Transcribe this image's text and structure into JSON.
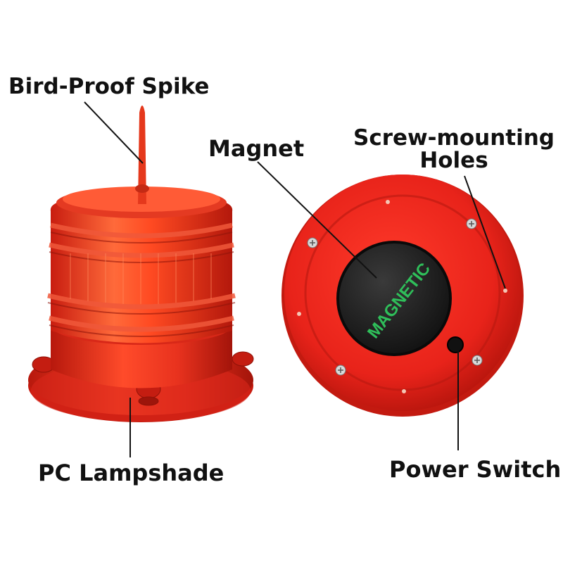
{
  "labels": {
    "bird_proof_spike": "Bird-Proof Spike",
    "magnet": "Magnet",
    "screw_mounting_line1": "Screw-mounting",
    "screw_mounting_line2": "Holes",
    "pc_lampshade": "PC Lampshade",
    "power_switch": "Power Switch"
  },
  "product": {
    "magnet_text": "MAGNETIC"
  },
  "colors": {
    "lamp_red": "#e8321e",
    "lamp_dark_red": "#a8150c",
    "magnet_black": "#1b1b1b",
    "magnet_text_green": "#2fbf5a",
    "text": "#111111"
  }
}
